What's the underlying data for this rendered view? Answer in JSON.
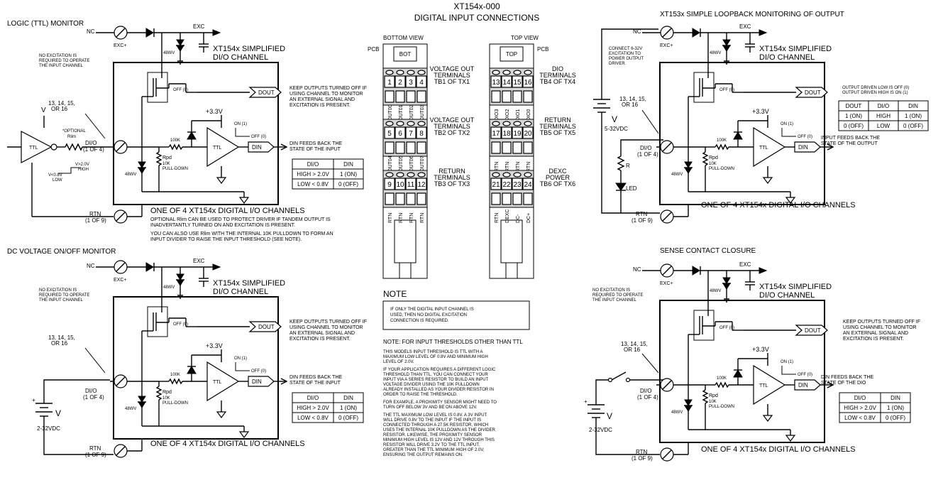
{
  "header": {
    "title": "XT154x-000",
    "subtitle": "DIGITAL INPUT CONNECTIONS"
  },
  "s1": {
    "heading": "LOGIC (TTL) MONITOR",
    "no_exc": [
      "NO EXCITATION IS",
      "REQUIRED TO OPERATE",
      "THE INPUT CHANNEL"
    ],
    "channels": [
      "13, 14, 15,",
      "OR 16"
    ],
    "optional": [
      "*OPTIONAL",
      "Rlim"
    ],
    "lo_hi": [
      "V<0.8V",
      "LOW",
      "V>2.0V",
      "HIGH"
    ],
    "ttl_in": "TTL",
    "dio": [
      "DI/O",
      "(1 OF 4)"
    ],
    "footer": "ONE OF 4 XT154x DIGITAL I/O CHANNELS",
    "note1": [
      "OPTIONAL Rlim CAN BE USED TO PROTECT DRIVER IF TANDEM OUTPUT IS",
      "INADVERTANTLY TURNED ON AND EXCITATION IS PRESENT."
    ],
    "note2": [
      "YOU CAN ALSO USE Rlim WITH THE INTERNAL 10K PULLDOWN TO FORM AN",
      "INPUT DIVIDER TO RAISE THE INPUT THRESHOLD (SEE NOTE)."
    ],
    "din_note": [
      "DIN FEEDS BACK THE",
      "STATE OF THE INPUT"
    ]
  },
  "s2": {
    "heading": "DC VOLTAGE ON/OFF MONITOR",
    "no_exc": [
      "NO EXCITATION IS",
      "REQUIRED TO OPERATE",
      "THE INPUT CHANNEL"
    ],
    "channels": [
      "13, 14, 15,",
      "OR 16"
    ],
    "dio": [
      "DI/O",
      "(1 OF 4)"
    ],
    "source": [
      "V",
      "2-32VDC"
    ],
    "footer": "ONE OF 4 XT154x DIGITAL I/O CHANNELS",
    "din_note": [
      "DIN FEEDS BACK THE",
      "STATE OF THE INPUT"
    ]
  },
  "s3": {
    "heading": "XT153x SIMPLE LOOPBACK MONITORING OF OUTPUT",
    "connect": [
      "CONNECT 6-32V",
      "EXCITATION TO",
      "POWER OUTPUT",
      "DRIVER."
    ],
    "channels": [
      "13, 14, 15,",
      "OR 16"
    ],
    "source": [
      "V",
      "5-32VDC"
    ],
    "dio": [
      "DI/O",
      "(1 OF 4)"
    ],
    "r": "R",
    "led": "LED",
    "out_note": [
      "OUTPUT DRIVEN LOW IS OFF (0)",
      "OUTPUT DRIVEN HIGH IS ON (1)"
    ],
    "din_note": [
      "INPUT FEEDS BACK THE",
      "STATE OF THE OUTPUT"
    ],
    "footer": "ONE OF 4 XT154x DIGITAL I/O CHANNELS",
    "table": {
      "headers": [
        "DOUT",
        "DI/O",
        "DIN"
      ],
      "rows": [
        [
          "1 (ON)",
          "HIGH",
          "1 (ON)"
        ],
        [
          "0 (OFF)",
          "LOW",
          "0 (OFF)"
        ]
      ]
    }
  },
  "s4": {
    "heading": "SENSE CONTACT CLOSURE",
    "no_exc": [
      "NO EXCITATION IS",
      "REQUIRED TO OPERATE",
      "THE INPUT CHANNEL"
    ],
    "channels": [
      "13, 14, 15,",
      "OR 16"
    ],
    "dio": [
      "DI/O",
      "(1 OF 4)"
    ],
    "source": [
      "V",
      "2-32VDC"
    ],
    "footer": "ONE OF 4 XT154x DIGITAL I/O CHANNELS",
    "din_note": [
      "DIN FEEDS BACK THE",
      "STATE OF THE DIO"
    ],
    "keep_note": [
      "KEEP OUTPUTS TURNED OFF IF",
      "USING CHANNEL TO MONITOR",
      "AN EXTERNAL SIGNAL AND",
      "EXCITATION IS PRESENT."
    ]
  },
  "common": {
    "nc": "NC",
    "exc_plus": "EXC+",
    "exc": "EXC",
    "rtn": [
      "RTN",
      "(1 OF 9)"
    ],
    "simplified": [
      "XT154x SIMPLIFIED",
      "DI/O CHANNEL"
    ],
    "zener": "48WV",
    "v33": "+3.3V",
    "r100k": "100K",
    "rpd": [
      "Rpd",
      "10K",
      "PULL-DOWN"
    ],
    "ttl": "TTL",
    "on1": "ON (1)",
    "off0": "OFF (0)",
    "dout": "DOUT",
    "din": "DIN",
    "keep_note": [
      "KEEP OUTPUTS TURNED OFF IF",
      "USING CHANNEL TO MONITOR",
      "AN EXTERNAL SIGNAL AND",
      "EXCITATION IS PRESENT."
    ],
    "din_table": {
      "headers": [
        "DI/O",
        "DIN"
      ],
      "rows": [
        [
          "HIGH > 2.0V",
          "1 (ON)"
        ],
        [
          "LOW < 0.8V",
          "0 (OFF)"
        ]
      ]
    }
  },
  "module": {
    "bottom_view": "BOTTOM VIEW",
    "top_view": "TOP VIEW",
    "pcb": "PCB",
    "bot": "BOT",
    "top": "TOP",
    "tb1": {
      "nums": [
        "1",
        "2",
        "3",
        "4"
      ],
      "label": [
        "VOLTAGE OUT",
        "TERMINALS",
        "TB1 OF TX1"
      ],
      "pins": [
        "OUT00",
        "OUT01",
        "OUT02",
        "OUT03"
      ]
    },
    "tb2": {
      "nums": [
        "5",
        "6",
        "7",
        "8"
      ],
      "label": [
        "VOLTAGE OUT",
        "TERMINALS",
        "TB2 OF TX2"
      ],
      "pins": [
        "OUT04",
        "OUT05",
        "OUT06",
        "OUT07"
      ]
    },
    "tb3": {
      "nums": [
        "9",
        "10",
        "11",
        "12"
      ],
      "label": [
        "RETURN",
        "TERMINALS",
        "TB3 OF TX3"
      ],
      "pins": [
        "RTN",
        "RTN",
        "RTN",
        "RTN"
      ]
    },
    "tb4": {
      "nums": [
        "13",
        "14",
        "15",
        "16"
      ],
      "label": [
        "DIO",
        "TERMINALS",
        "TB4 OF TX4"
      ],
      "pins": [
        "DIO3",
        "DIO2",
        "DIO1",
        "DIO0"
      ]
    },
    "tb5": {
      "nums": [
        "17",
        "18",
        "19",
        "20"
      ],
      "label": [
        "RETURN",
        "TERMINALS",
        "TB5 OF TX5"
      ],
      "pins": [
        "RTN",
        "RTN",
        "RTN",
        "RTN"
      ]
    },
    "tb6": {
      "nums": [
        "21",
        "22",
        "23",
        "24"
      ],
      "label": [
        "DEXC",
        "POWER",
        "TB6 OF TX6"
      ],
      "pins": [
        "RTN",
        "DEXC",
        "DC-",
        "DC+"
      ]
    }
  },
  "note_box": {
    "title": "NOTE",
    "text": [
      "IF ONLY THE DIGITAL INPUT CHANNEL IS",
      "USED, THEN NO DIGITAL EXCITATION",
      "CONNECTION IS REQUIRED."
    ]
  },
  "threshold_note": {
    "title": "NOTE: FOR INPUT THRESHOLDS OTHER THAN TTL",
    "p1": [
      "THIS MODELS INPUT THRESHOLD IS TTL WITH A",
      "MAXIMUM LOW LEVEL OF 0.8V AND MINIMUM HIGH",
      "LEVEL OF 2.0V."
    ],
    "p2": [
      "IF YOUR APPLICATION REQUIRES A DIFFERENT LOGIC",
      "THRESHOLD THAN TTL, YOU CAN CONNECT YOUR",
      "INPUT VIA A SERIES RESISTOR TO BUILD AN INPUT",
      "VOLTAGE DIVIDER USING THE 10K PULLDOWN",
      "ALREADY INSTALLED AS YOUR DIVIDER RESISTOR IN",
      "ORDER TO RAISE THE THRESHOLD."
    ],
    "p3": [
      "FOR EXAMPLE, A PROXIMITY SENSOR MIGHT NEED TO",
      "TURN OFF BELOW 3V AND BE ON ABOVE 12V."
    ],
    "p4": [
      "THE TTL MAXIMUM LOW LEVEL IS 0.8V.  A 3V INPUT",
      "WILL DRIVE 0.8V TO THE INPUT IF THE INPUT IS",
      "CONNECTED THROUGH A 27.5K RESISTOR, WHICH",
      "USES THE INTERNAL 10K PULLDOWN AS THE DIVIDER",
      "RESISTOR.  LIKEWISE, THE PROXIMITY SENSOR",
      "MINIMUM HIGH LEVEL IS 12V AND 12V THROUGH THIS",
      "RESISTOR WILL DRIVE 3.2V TO THE TTL INPUT,",
      "GREATER THAN THE TTL MINIMUM HIGH OF 2.0V,",
      "ENSURING THE OUTPUT REMAINS ON."
    ]
  }
}
